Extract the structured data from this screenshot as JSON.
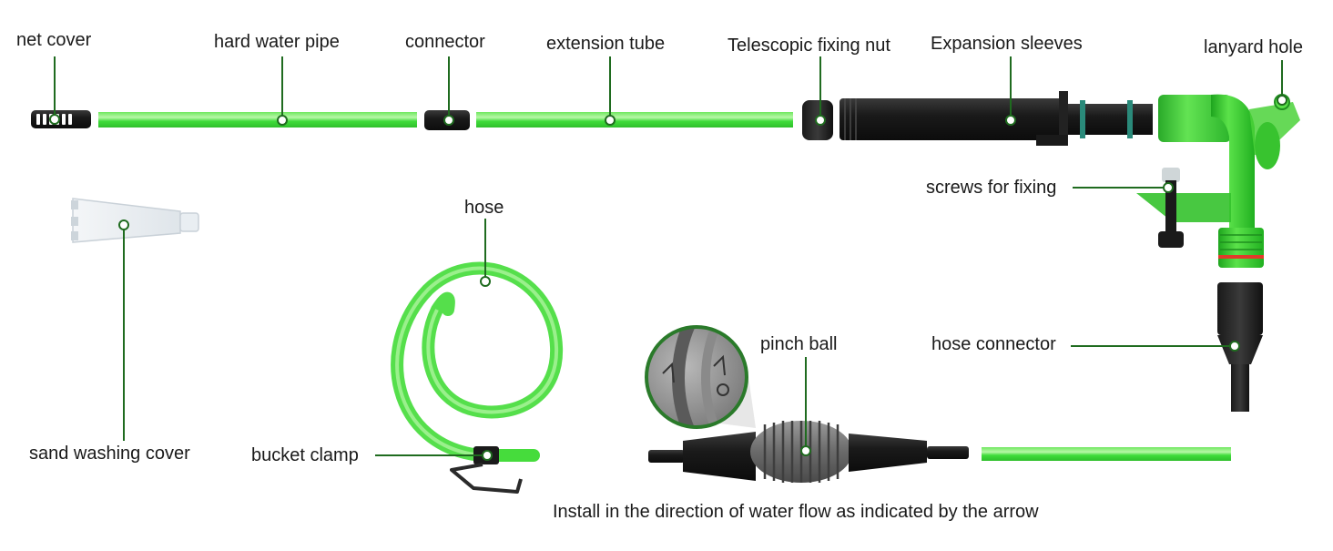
{
  "labels": {
    "net_cover": "net cover",
    "hard_water_pipe": "hard water pipe",
    "connector": "connector",
    "extension_tube": "extension tube",
    "telescopic_fixing_nut": "Telescopic fixing nut",
    "expansion_sleeves": "Expansion sleeves",
    "lanyard_hole": "lanyard hole",
    "screws_for_fixing": "screws for fixing",
    "sand_washing_cover": "sand washing cover",
    "hose": "hose",
    "bucket_clamp": "bucket clamp",
    "pinch_ball": "pinch ball",
    "hose_connector": "hose connector"
  },
  "caption": "Install in the direction of water flow as indicated by the arrow",
  "colors": {
    "tube_green": "#3fdc3a",
    "tube_green_light": "#8ff07f",
    "callout_line": "#1f6b1f",
    "dot_fill": "#ffffff",
    "black_part": "#1c1c1c",
    "grey_bulb": "#7a7a7a"
  }
}
